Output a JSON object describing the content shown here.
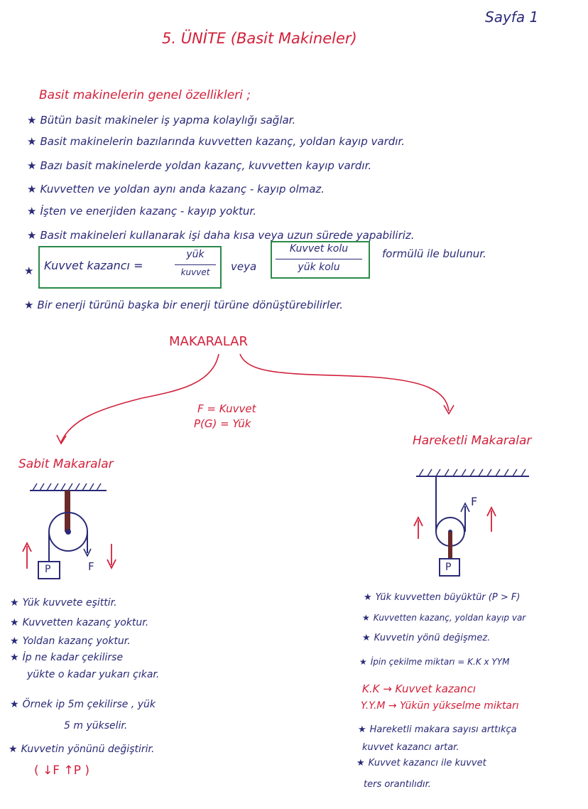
{
  "page_label": "Sayfa 1",
  "title": "5. ÜNİTE (Basit Makineler)",
  "general_heading": "Basit makinelerin genel özellikleri ;",
  "bullets": [
    "Bütün basit makineler iş yapma kolaylığı sağlar.",
    "Basit makinelerin bazılarında kuvvetten kazanç, yoldan kayıp vardır.",
    "Bazı basit makinelerde yoldan kazanç, kuvvetten kayıp vardır.",
    "Kuvvetten ve yoldan aynı anda kazanç - kayıp olmaz.",
    "İşten ve enerjiden kazanç - kayıp yoktur.",
    "Basit makineleri kullanarak işi daha kısa veya uzun sürede yapabiliriz."
  ],
  "formula": {
    "left_label": "Kuvvet kazancı =",
    "frac1_num": "yük",
    "frac1_den": "kuvvet",
    "connector": "veya",
    "frac2_num": "Kuvvet kolu",
    "frac2_den": "yük kolu",
    "suffix": "formülü ile bulunur."
  },
  "bullet_last": "Bir enerji türünü başka bir enerji türüne dönüştürebilirler.",
  "makaralar": {
    "heading": "MAKARALAR",
    "legend_line1": "F = Kuvvet",
    "legend_line2": "P(G) = Yük"
  },
  "fixed_pulley": {
    "heading": "Sabit Makaralar",
    "load_label": "P",
    "force_label": "F",
    "bullets": [
      "Yük kuvvete eşittir.",
      "Kuvvetten kazanç yoktur.",
      "Yoldan kazanç yoktur.",
      "İp ne kadar çekilirse"
    ],
    "bullet4_cont": "yükte o kadar yukarı çıkar.",
    "example_line1": "Örnek ip 5m çekilirse , yük",
    "example_line2": "5 m yükselir.",
    "direction_bullet": "Kuvvetin yönünü değiştirir.",
    "direction_note": "( ↓F ↑P )"
  },
  "moving_pulley": {
    "heading": "Hareketli Makaralar",
    "load_label": "P",
    "force_label": "F",
    "bullets": [
      "Yük kuvvetten büyüktür (P > F)",
      "Kuvvetten kazanç, yoldan kayıp var",
      "Kuvvetin yönü değişmez.",
      "İpin çekilme miktarı = K.K x YYM"
    ],
    "kk_def": "K.K → Kuvvet kazancı",
    "yym_def": "Y.Y.M → Yükün yükselme miktarı",
    "bullets2": [
      "Hareketli makara sayısı arttıkça",
      "Kuvvet kazancı ile kuvvet"
    ],
    "cont1": "kuvvet kazancı artar.",
    "cont2": "ters orantılıdır."
  },
  "colors": {
    "ink_blue": "#2a2a78",
    "ink_red": "#d2203a",
    "box_green": "#2a8a4a",
    "rope_brown": "#6b2a2a"
  }
}
